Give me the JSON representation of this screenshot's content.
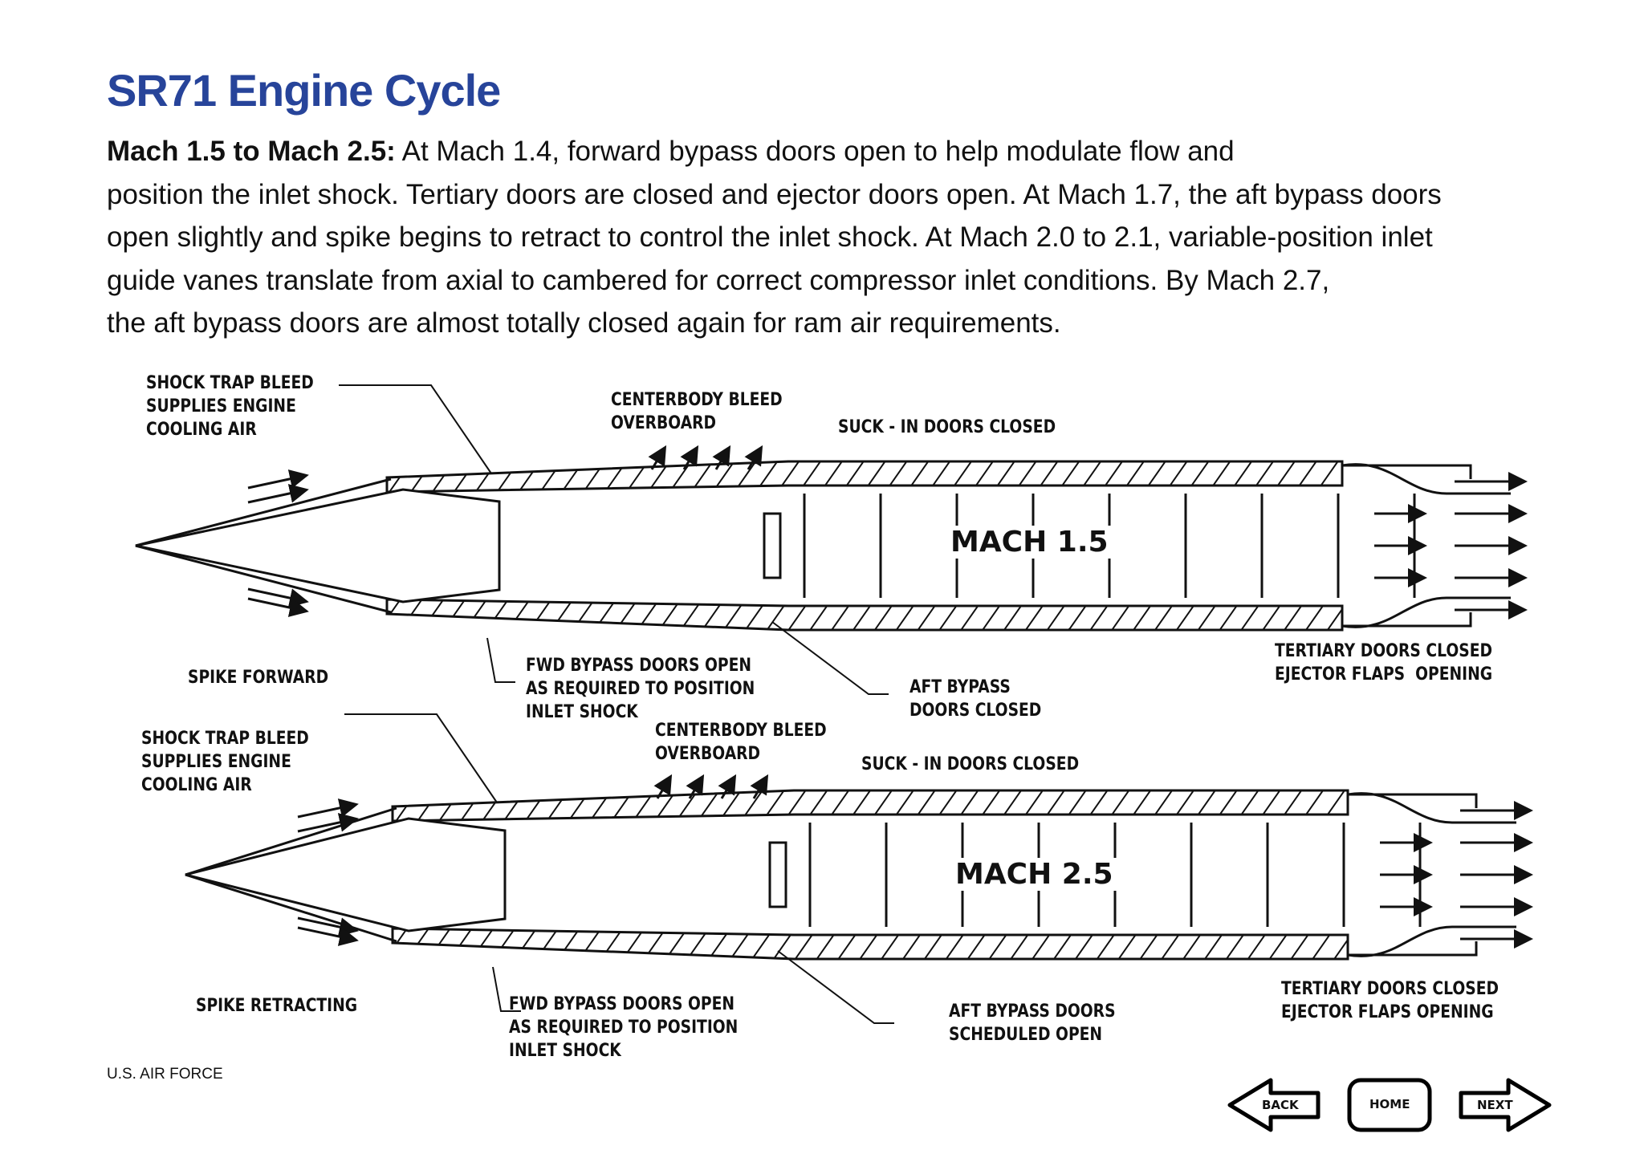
{
  "page": {
    "title": "SR71 Engine Cycle",
    "intro_bold": "Mach 1.5 to Mach 2.5:",
    "body_lines": [
      " At Mach 1.4, forward bypass doors open to help modulate flow and",
      "position the inlet shock. Tertiary doors are closed and ejector doors open. At Mach 1.7, the aft bypass doors",
      "open slightly and spike begins to retract to control the inlet shock. At Mach 2.0 to 2.1, variable-position inlet",
      "guide vanes translate from axial to cambered for correct compressor inlet conditions. By Mach 2.7,",
      "the aft bypass doors are almost totally closed again for ram air requirements."
    ]
  },
  "diagram_top": {
    "mach": "MACH 1.5",
    "shock_trap": "SHOCK TRAP BLEED\nSUPPLIES ENGINE\nCOOLING AIR",
    "centerbody": "CENTERBODY BLEED\nOVERBOARD",
    "suck_in": "SUCK - IN DOORS CLOSED",
    "spike": "SPIKE FORWARD",
    "fwd_bypass": "FWD BYPASS DOORS OPEN\nAS REQUIRED TO POSITION\nINLET SHOCK",
    "aft_bypass": "AFT BYPASS\nDOORS CLOSED",
    "tertiary": "TERTIARY DOORS CLOSED\nEJECTOR FLAPS  OPENING"
  },
  "diagram_bottom": {
    "mach": "MACH 2.5",
    "shock_trap": "SHOCK TRAP BLEED\nSUPPLIES ENGINE\nCOOLING AIR",
    "centerbody": "CENTERBODY BLEED\nOVERBOARD",
    "suck_in": "SUCK - IN DOORS CLOSED",
    "spike": "SPIKE RETRACTING",
    "fwd_bypass": "FWD BYPASS DOORS OPEN\nAS REQUIRED TO POSITION\nINLET SHOCK",
    "aft_bypass": "AFT BYPASS DOORS\nSCHEDULED OPEN",
    "tertiary": "TERTIARY DOORS CLOSED\nEJECTOR FLAPS OPENING"
  },
  "credit": "U.S. AIR FORCE",
  "nav": {
    "back": "BACK",
    "home": "HOME",
    "next": "NEXT"
  },
  "colors": {
    "title": "#27449a",
    "text": "#111111"
  }
}
